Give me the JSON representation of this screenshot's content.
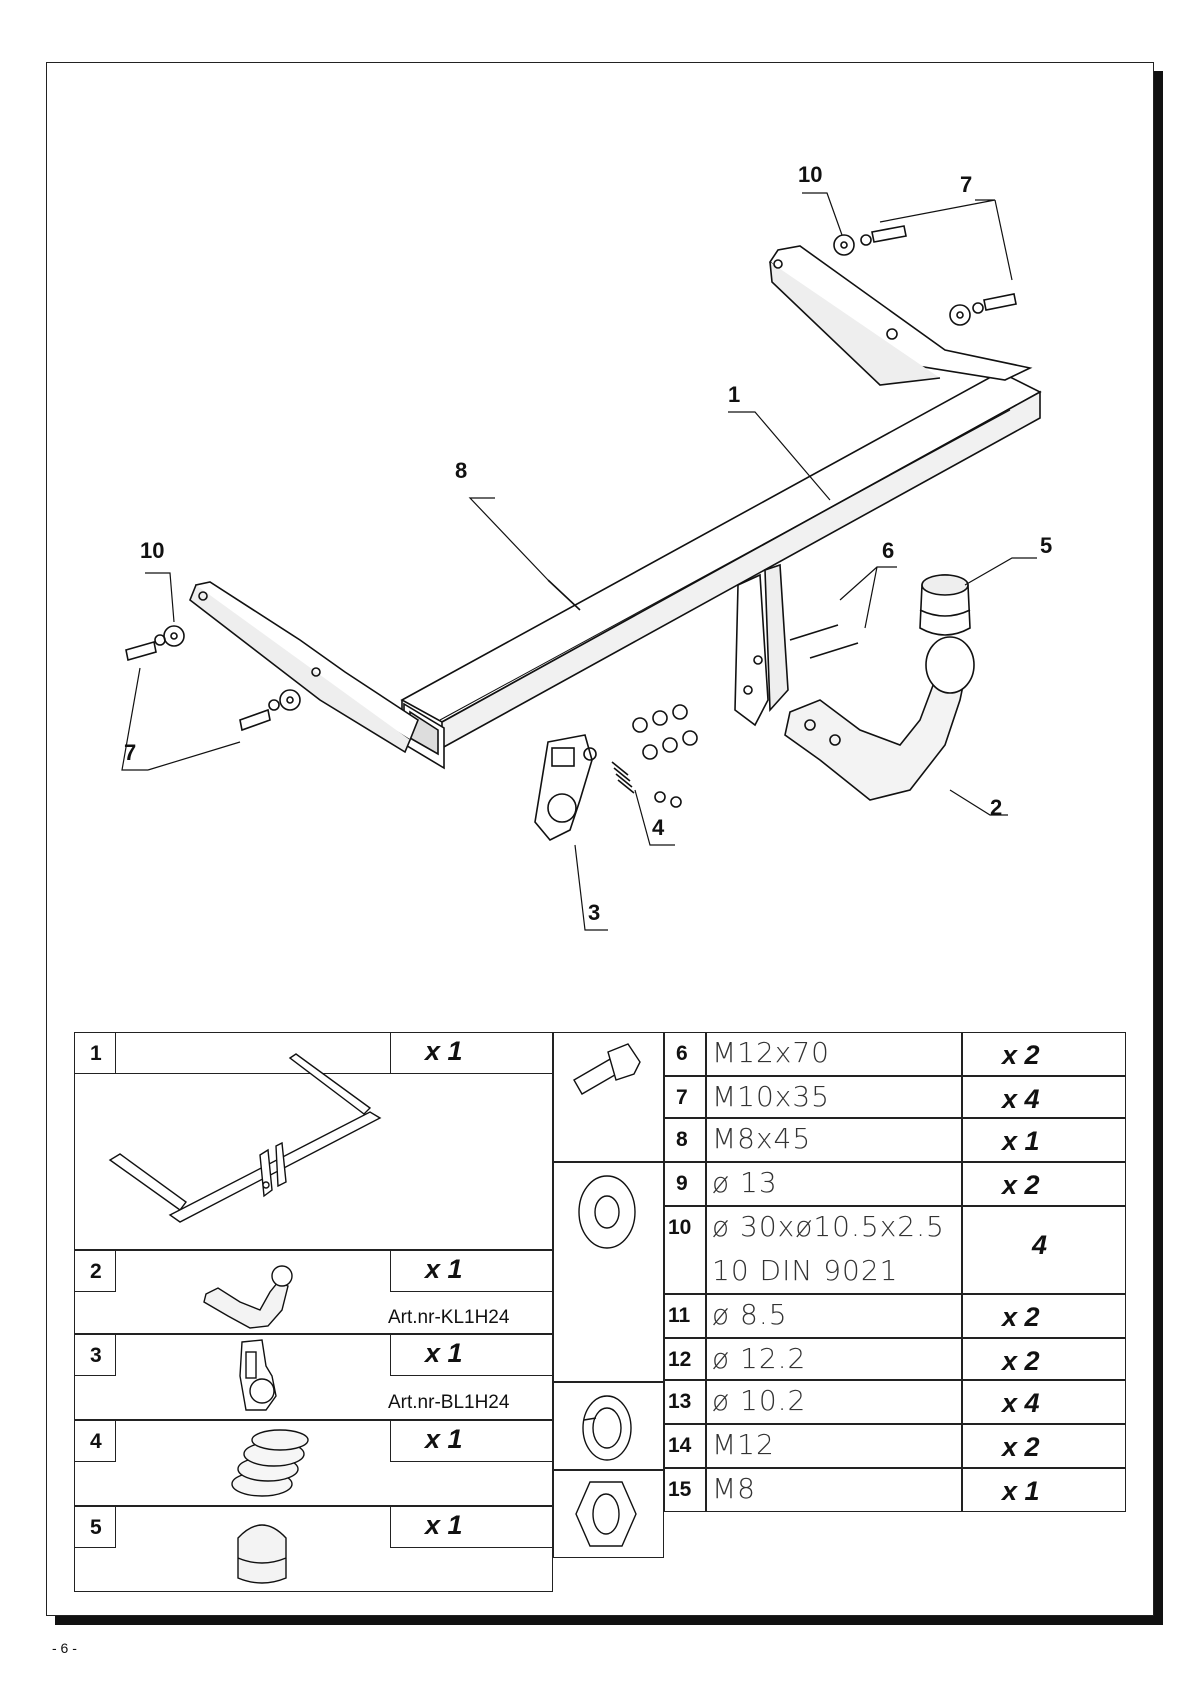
{
  "callouts": {
    "c1": "1",
    "c2": "2",
    "c3": "3",
    "c4": "4",
    "c5": "5",
    "c6": "6",
    "c7a": "7",
    "c7b": "7",
    "c8": "8",
    "c10a": "10",
    "c10b": "10"
  },
  "left_parts": [
    {
      "num": "1",
      "qty": "x 1",
      "art": ""
    },
    {
      "num": "2",
      "qty": "x 1",
      "art": "Art.nr-KL1H24"
    },
    {
      "num": "3",
      "qty": "x 1",
      "art": "Art.nr-BL1H24"
    },
    {
      "num": "4",
      "qty": "x 1",
      "art": ""
    },
    {
      "num": "5",
      "qty": "x 1",
      "art": ""
    }
  ],
  "right_parts": [
    {
      "num": "6",
      "spec": "M12x70",
      "qty": "x 2"
    },
    {
      "num": "7",
      "spec": "M10x35",
      "qty": "x 4"
    },
    {
      "num": "8",
      "spec": "M8x45",
      "qty": "x 1"
    },
    {
      "num": "9",
      "spec": "ø 13",
      "qty": "x 2"
    },
    {
      "num": "10",
      "spec": "ø 30xø10.5x2.5",
      "spec2": "10     DIN 9021",
      "qty": "4"
    },
    {
      "num": "11",
      "spec": "ø 8.5",
      "qty": "x 2"
    },
    {
      "num": "12",
      "spec": "ø 12.2",
      "qty": "x 2"
    },
    {
      "num": "13",
      "spec": "ø 10.2",
      "qty": "x 4"
    },
    {
      "num": "14",
      "spec": "M12",
      "qty": "x 2"
    },
    {
      "num": "15",
      "spec": "M8",
      "qty": "x 1"
    }
  ],
  "icons": [
    "tow-bar-frame-icon",
    "ball-neck-icon",
    "socket-plate-icon",
    "spring-icon",
    "ball-cap-icon",
    "bolt-icon",
    "flat-washer-icon",
    "spring-washer-icon",
    "hex-nut-icon"
  ],
  "page_number": "- 6 -"
}
